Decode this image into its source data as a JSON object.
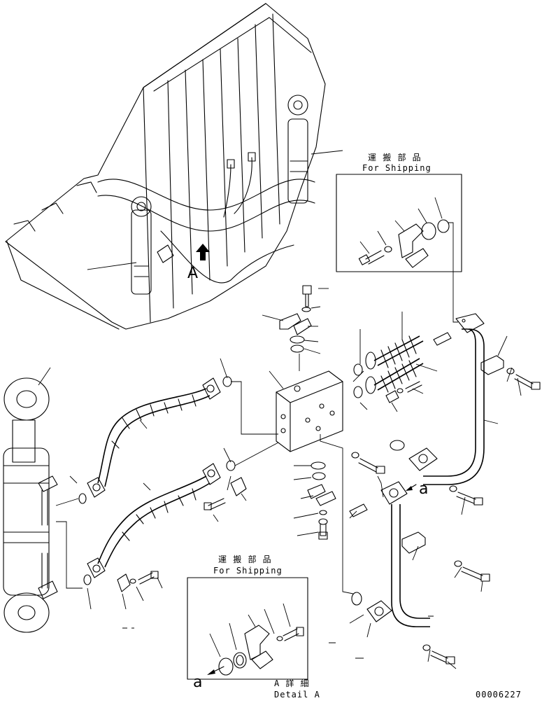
{
  "shipping_box_top": {
    "title_jp": "運 搬 部 品",
    "title_en": "For Shipping"
  },
  "shipping_box_bottom": {
    "title_jp": "運 搬 部 品",
    "title_en": "For Shipping"
  },
  "detail": {
    "title_jp": "A 詳 細",
    "title_en": "Detail A"
  },
  "markers": {
    "view_a": "A",
    "ref_a_main": "a",
    "ref_a_detail": "a"
  },
  "drawing_number": "00006227"
}
